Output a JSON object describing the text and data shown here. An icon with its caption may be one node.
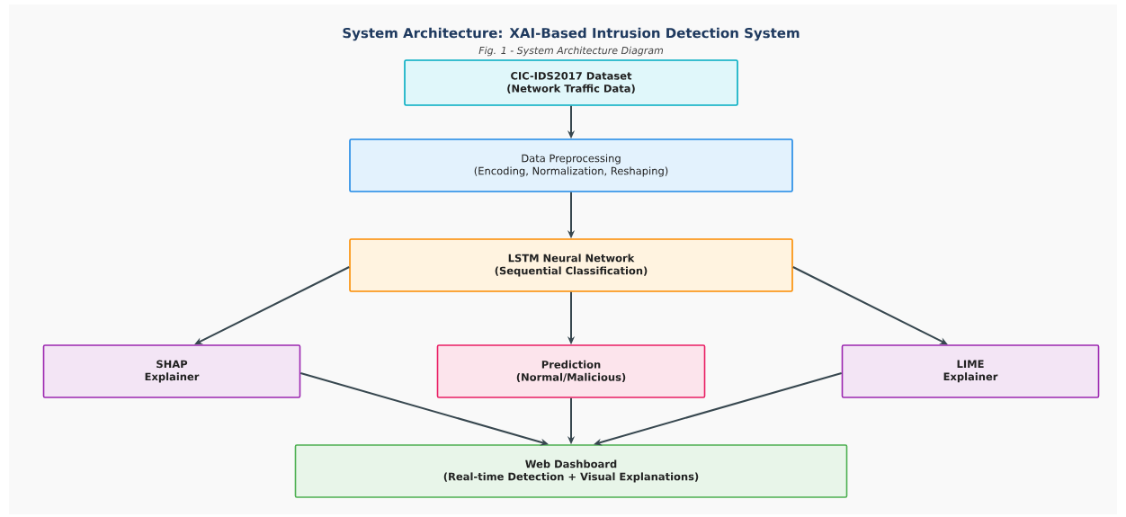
{
  "diagram": {
    "title": "System Architecture: XAI-Based Intrusion Detection System",
    "caption": "Fig. 1 - System Architecture Diagram",
    "nodes": [
      {
        "text": [
          "CIC-IDS2017 Dataset",
          "(Network Traffic Data)"
        ]
      },
      {
        "text": [
          "Data Preprocessing",
          "(Encoding, Normalization, Reshaping)"
        ]
      },
      {
        "text": [
          "LSTM Neural Network",
          "(Sequential Classification)"
        ]
      },
      {
        "text": [
          "SHAP",
          "Explainer"
        ]
      },
      {
        "text": [
          "Prediction",
          "(Normal/Malicious)"
        ]
      },
      {
        "text": [
          "LIME",
          "Explainer"
        ]
      },
      {
        "text": [
          "Web Dashboard",
          "(Real-time Detection + Visual Explanations)"
        ]
      }
    ],
    "edges": [
      {
        "from": 0,
        "to": 1,
        "arrow": "to"
      },
      {
        "from": 1,
        "to": 2,
        "arrow": "to"
      },
      {
        "from": 2,
        "to": 3,
        "arrow": "to"
      },
      {
        "from": 2,
        "to": 4,
        "arrow": "to"
      },
      {
        "from": 2,
        "to": 5,
        "arrow": "to"
      },
      {
        "from": 3,
        "to": 6,
        "arrow": "to"
      },
      {
        "from": 4,
        "to": 6,
        "arrow": "to"
      },
      {
        "from": 5,
        "to": 6,
        "arrow": "to"
      }
    ]
  }
}
